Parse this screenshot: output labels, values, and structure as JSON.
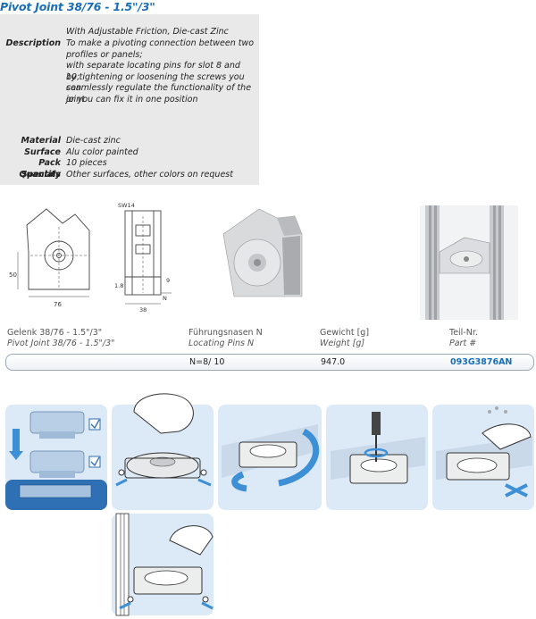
{
  "title": "Pivot Joint 38/76 - 1.5\"/3\"",
  "spec": {
    "intro": "With Adjustable Friction, Die-cast Zinc",
    "description_label": "Description",
    "description_lines": [
      "To make a pivoting connection between two",
      "profiles or panels;",
      "with separate locating pins for slot 8 and 10;",
      "by tightening or loosening the screws you can",
      "seamlessly regulate the functionality of the joint",
      "or you can fix it in one position"
    ],
    "material_label": "Material",
    "material": "Die-cast zinc",
    "surface_label": "Surface",
    "surface": "Alu color painted",
    "pack_label": "Pack Quantity",
    "pack": "10 pieces",
    "specials_label": "Specials",
    "specials": "Other surfaces, other colors on request"
  },
  "drawing": {
    "dim_50": "50",
    "dim_76": "76",
    "dim_sw": "SW14",
    "dim_18": "1.8",
    "dim_9": "9",
    "dim_n": "N",
    "dim_38": "38"
  },
  "table": {
    "col1_de": "Gelenk 38/76 - 1.5\"/3\"",
    "col1_en": "Pivot Joint 38/76 - 1.5\"/3\"",
    "col2_de": "Führungsnasen N",
    "col2_en": "Locating Pins N",
    "col3_de": "Gewicht [g]",
    "col3_en": "Weight [g]",
    "col4_de": "Teil-Nr.",
    "col4_en": "Part #",
    "row": {
      "pins": "N=8/ 10",
      "weight": "947.0",
      "part_no": "093G3876AN"
    }
  },
  "colors": {
    "accent": "#1a6eb8",
    "panel": "#dce9f6",
    "arrow": "#3d8fd6"
  }
}
